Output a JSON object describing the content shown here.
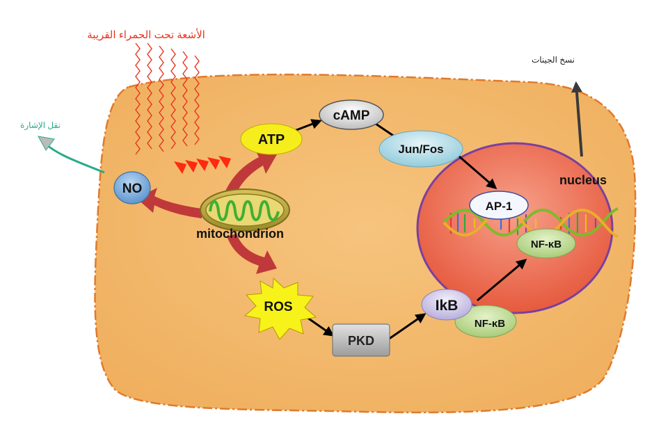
{
  "labels": {
    "infrared": "الأشعة تحت الحمراء القريبة",
    "signal": "نقل الإشارة",
    "transcription": "نسخ الجينات",
    "nucleus": "nucleus",
    "mitochondrion": "mitochondrion",
    "no": "NO",
    "atp": "ATP",
    "camp": "cAMP",
    "junfos": "Jun/Fos",
    "ap1": "AP-1",
    "nfkb_nucleus": "NF-κB",
    "ros": "ROS",
    "pkd": "PKD",
    "ikb": "IkB",
    "nfkb_cyto": "NF-κB"
  },
  "colors": {
    "cell_fill": "#F2B568",
    "cell_border": "#E07A2A",
    "nucleus_fill": "#EE6A4C",
    "nucleus_border": "#7A3FA0",
    "red_arrow": "#C0393A",
    "infrared_text": "#E8331C",
    "signal_text": "#2AAA8A",
    "atp_fill": "#F5EE1C",
    "ros_fill": "#F7F219",
    "no_fill": "#7FB2E0",
    "junfos_fill": "#B5DFEA",
    "nfkb_fill": "#BEDA95",
    "ikb_fill": "#D9D3EE"
  },
  "icons": [
    "infrared-rays-icon",
    "mitochondrion-icon",
    "dna-helix-icon",
    "starburst-icon"
  ]
}
